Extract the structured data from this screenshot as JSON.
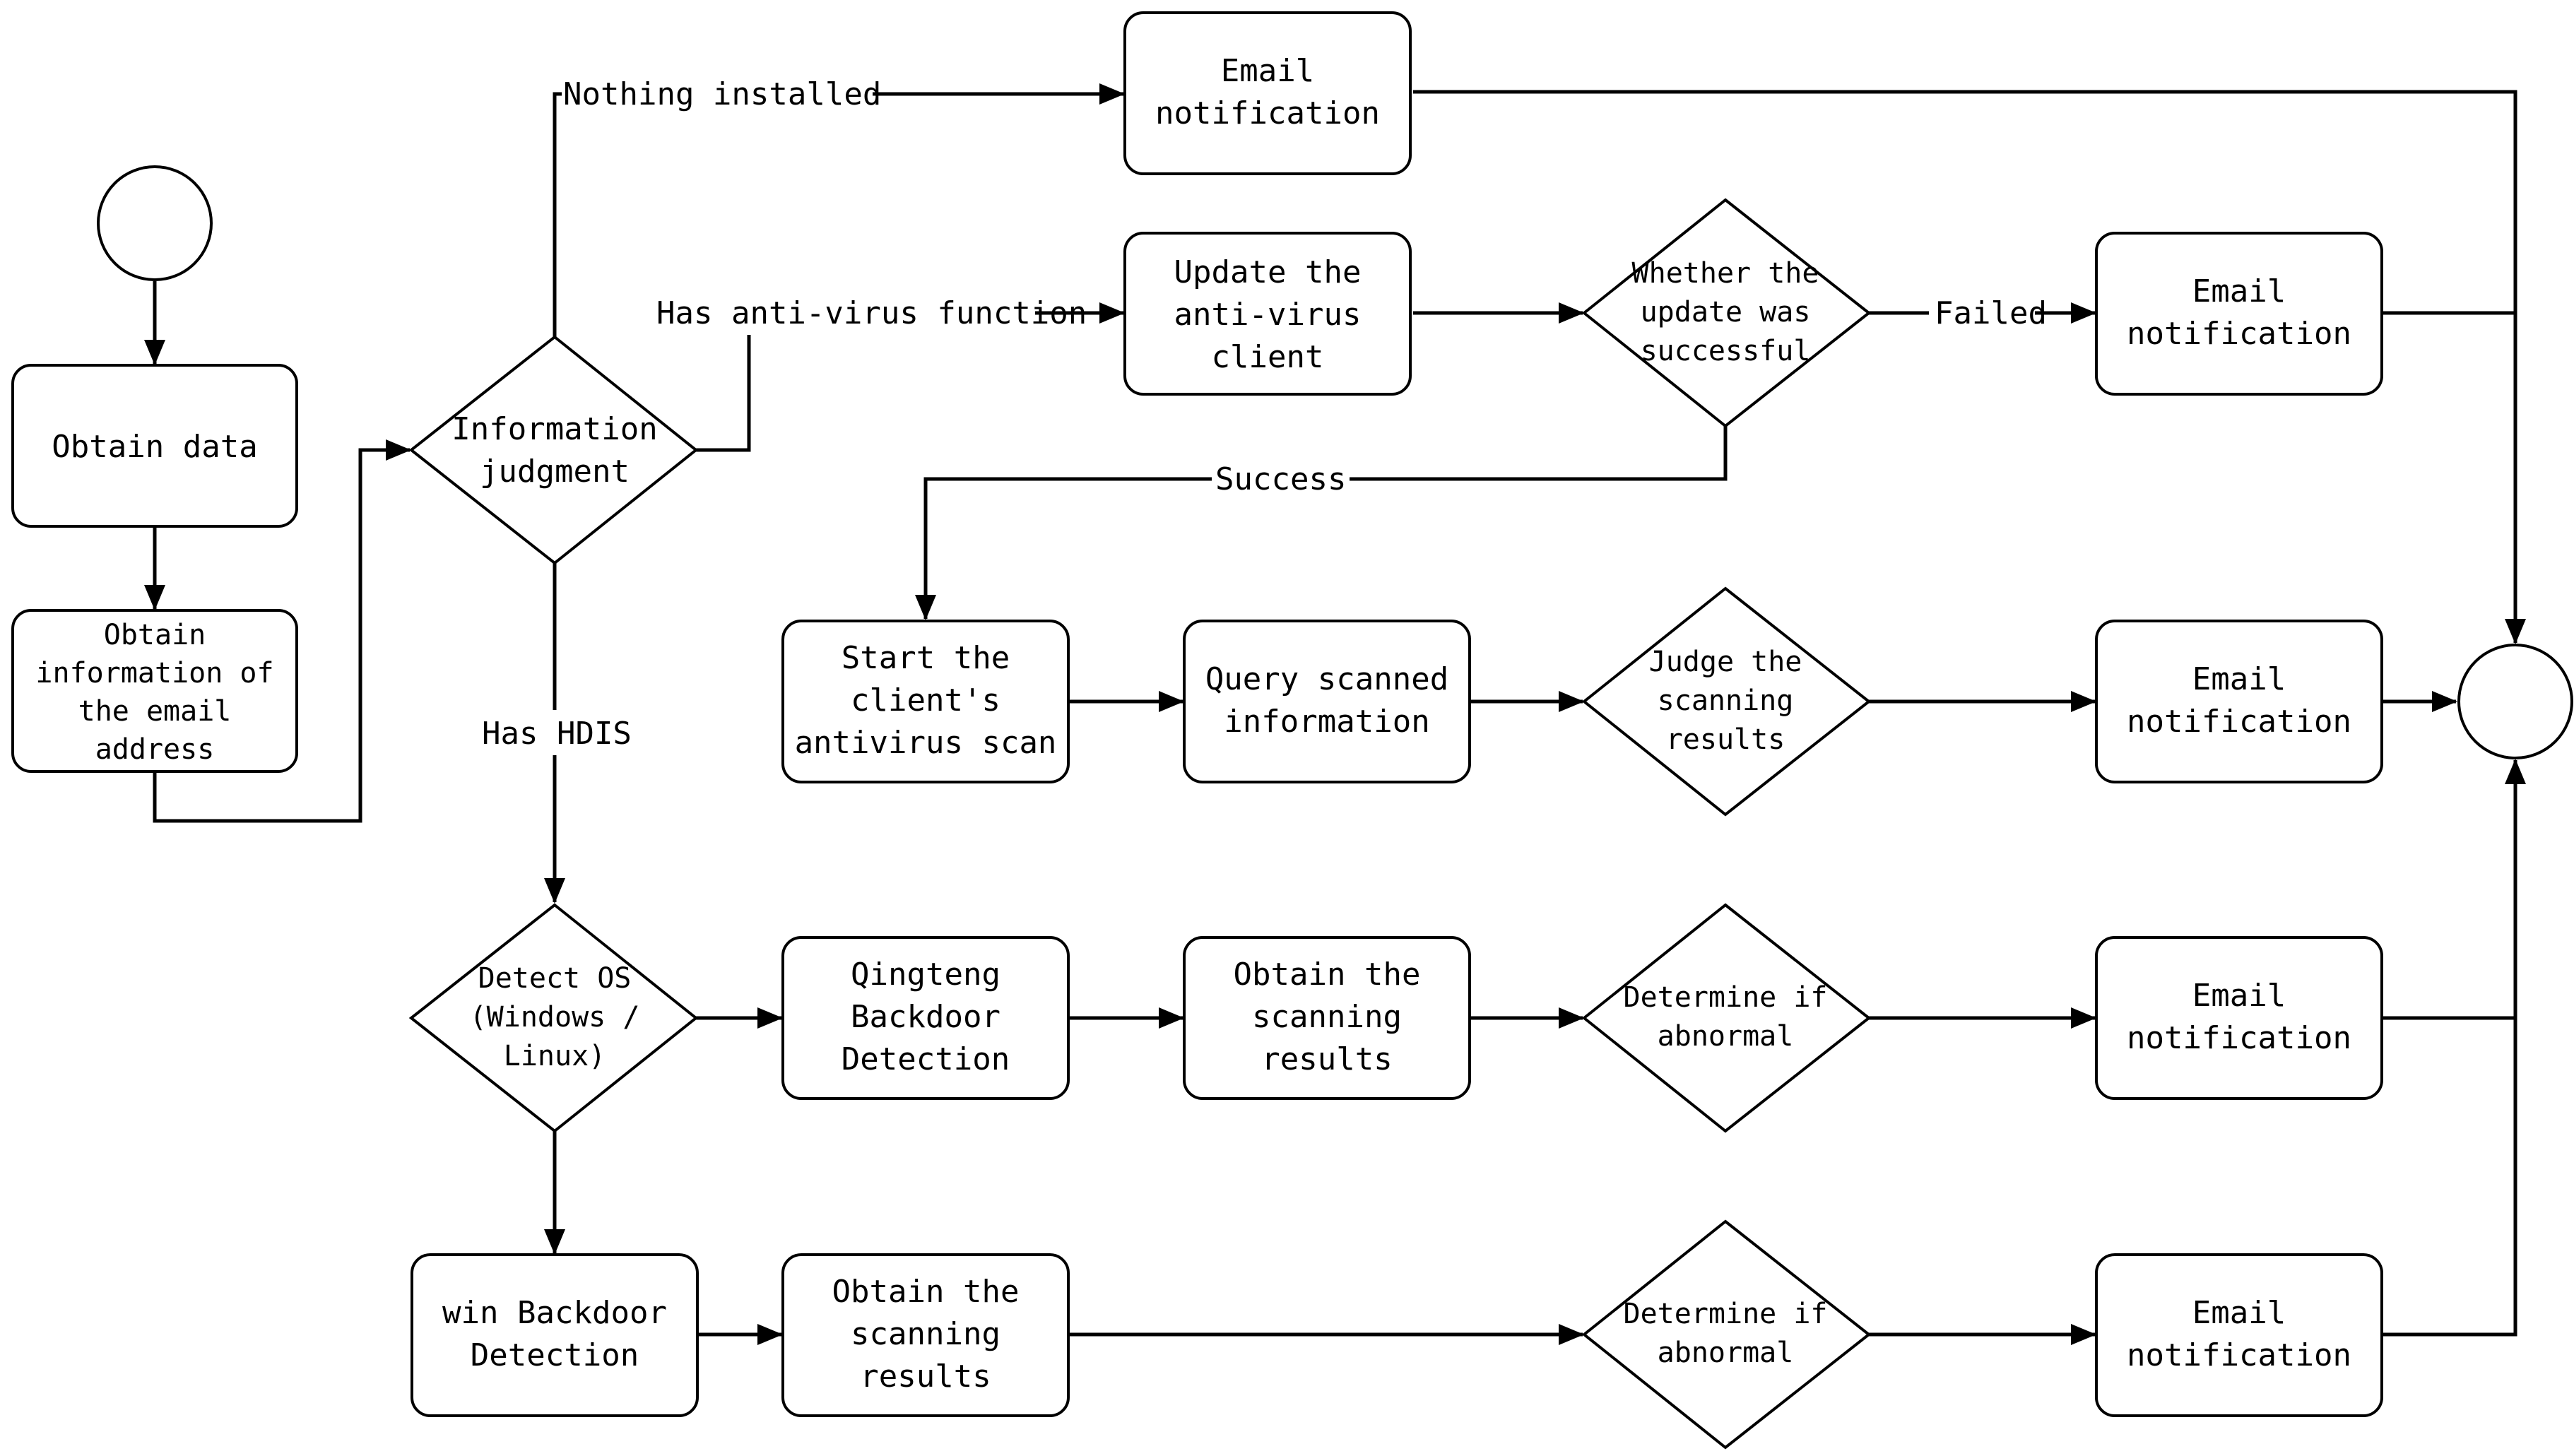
{
  "nodes": {
    "obtain_data": "Obtain data",
    "obtain_email_info": [
      "Obtain",
      "information of",
      "the email",
      "address"
    ],
    "info_judgment": [
      "Information",
      "judgment"
    ],
    "email_top": [
      "Email",
      "notification"
    ],
    "update_client": [
      "Update the",
      "anti-virus",
      "client"
    ],
    "update_success": [
      "Whether the",
      "update was",
      "successful"
    ],
    "email_update": [
      "Email",
      "notification"
    ],
    "start_scan": [
      "Start the",
      "client's",
      "antivirus scan"
    ],
    "query_scanned": [
      "Query scanned",
      "information"
    ],
    "judge_results": [
      "Judge the",
      "scanning",
      "results"
    ],
    "email_scan": [
      "Email",
      "notification"
    ],
    "detect_os": [
      "Detect OS",
      "(Windows /",
      "Linux)"
    ],
    "qingteng": [
      "Qingteng",
      "Backdoor",
      "Detection"
    ],
    "obtain_results_1": [
      "Obtain the",
      "scanning",
      "results"
    ],
    "determine_abnormal_1": [
      "Determine if",
      "abnormal"
    ],
    "email_qingteng": [
      "Email",
      "notification"
    ],
    "win_backdoor": [
      "win Backdoor",
      "Detection"
    ],
    "obtain_results_2": [
      "Obtain the",
      "scanning",
      "results"
    ],
    "determine_abnormal_2": [
      "Determine if",
      "abnormal"
    ],
    "email_win": [
      "Email",
      "notification"
    ]
  },
  "edge_labels": {
    "nothing_installed": "Nothing installed",
    "has_antivirus": "Has anti-virus function",
    "failed": "Failed",
    "success": "Success",
    "has_hdis": "Has HDIS"
  }
}
